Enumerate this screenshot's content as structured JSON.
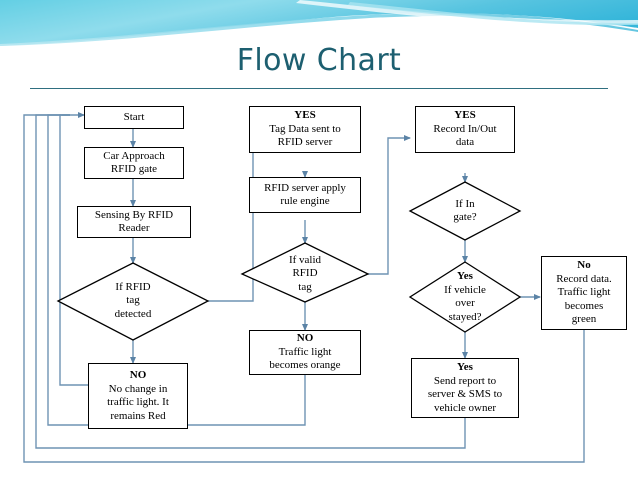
{
  "slide": {
    "title": "Flow Chart",
    "accent_color": "#1d5f70",
    "header_color": "#5fc8e0",
    "rule_color": "#2f6f80",
    "connector_color": "#6f93b3",
    "node_border_color": "#000000",
    "background_color": "#ffffff"
  },
  "chart_data": {
    "type": "diagram",
    "title": "Flow Chart",
    "nodes": [
      {
        "id": "start",
        "shape": "box",
        "lines": [
          {
            "text": "Start",
            "bold": false
          }
        ]
      },
      {
        "id": "car-approach",
        "shape": "box",
        "lines": [
          {
            "text": "Car Approach",
            "bold": false
          },
          {
            "text": "RFID gate",
            "bold": false
          }
        ]
      },
      {
        "id": "sensing",
        "shape": "box",
        "lines": [
          {
            "text": "Sensing By RFID",
            "bold": false
          },
          {
            "text": "Reader",
            "bold": false
          }
        ]
      },
      {
        "id": "if-rfid-tag",
        "shape": "diamond",
        "lines": [
          {
            "text": "If RFID",
            "bold": false
          },
          {
            "text": "tag",
            "bold": false
          },
          {
            "text": "detected",
            "bold": false
          }
        ]
      },
      {
        "id": "no-change",
        "shape": "box",
        "lines": [
          {
            "text": "NO",
            "bold": true
          },
          {
            "text": "No change in",
            "bold": false
          },
          {
            "text": "traffic light. It",
            "bold": false
          },
          {
            "text": "remains Red",
            "bold": false
          }
        ]
      },
      {
        "id": "tag-data-sent",
        "shape": "box",
        "lines": [
          {
            "text": "YES",
            "bold": true
          },
          {
            "text": "Tag Data  sent to",
            "bold": false
          },
          {
            "text": "RFID server",
            "bold": false
          }
        ]
      },
      {
        "id": "rule-engine",
        "shape": "box",
        "lines": [
          {
            "text": "RFID server apply",
            "bold": false
          },
          {
            "text": "rule engine",
            "bold": false
          }
        ]
      },
      {
        "id": "if-valid-tag",
        "shape": "diamond",
        "lines": [
          {
            "text": "If  valid",
            "bold": false
          },
          {
            "text": "RFID",
            "bold": false
          },
          {
            "text": "tag",
            "bold": false
          }
        ]
      },
      {
        "id": "light-orange",
        "shape": "box",
        "lines": [
          {
            "text": "NO",
            "bold": true
          },
          {
            "text": "Traffic light",
            "bold": false
          },
          {
            "text": "becomes orange",
            "bold": false
          }
        ]
      },
      {
        "id": "record-inout",
        "shape": "box",
        "lines": [
          {
            "text": "YES",
            "bold": true
          },
          {
            "text": "Record In/Out",
            "bold": false
          },
          {
            "text": "data",
            "bold": false
          }
        ]
      },
      {
        "id": "if-in-gate",
        "shape": "diamond",
        "lines": [
          {
            "text": "If In",
            "bold": false
          },
          {
            "text": "gate?",
            "bold": false
          }
        ]
      },
      {
        "id": "if-overstay",
        "shape": "diamond",
        "lines": [
          {
            "text": "Yes",
            "bold": true
          },
          {
            "text": "If vehicle",
            "bold": false
          },
          {
            "text": "over",
            "bold": false
          },
          {
            "text": "stayed?",
            "bold": false
          }
        ]
      },
      {
        "id": "send-report",
        "shape": "box",
        "lines": [
          {
            "text": "Yes",
            "bold": true
          },
          {
            "text": "Send report to",
            "bold": false
          },
          {
            "text": "server & SMS to",
            "bold": false
          },
          {
            "text": "vehicle owner",
            "bold": false
          }
        ]
      },
      {
        "id": "light-green",
        "shape": "box",
        "lines": [
          {
            "text": "No",
            "bold": true
          },
          {
            "text": "Record data.",
            "bold": false
          },
          {
            "text": "Traffic light",
            "bold": false
          },
          {
            "text": "becomes",
            "bold": false
          },
          {
            "text": "green",
            "bold": false
          }
        ]
      }
    ],
    "edges": [
      {
        "from": "start",
        "to": "car-approach",
        "label": ""
      },
      {
        "from": "car-approach",
        "to": "sensing",
        "label": ""
      },
      {
        "from": "sensing",
        "to": "if-rfid-tag",
        "label": ""
      },
      {
        "from": "if-rfid-tag",
        "to": "no-change",
        "label": "NO"
      },
      {
        "from": "if-rfid-tag",
        "to": "tag-data-sent",
        "label": "YES"
      },
      {
        "from": "tag-data-sent",
        "to": "rule-engine",
        "label": ""
      },
      {
        "from": "rule-engine",
        "to": "if-valid-tag",
        "label": ""
      },
      {
        "from": "if-valid-tag",
        "to": "light-orange",
        "label": "NO"
      },
      {
        "from": "if-valid-tag",
        "to": "record-inout",
        "label": "YES"
      },
      {
        "from": "record-inout",
        "to": "if-in-gate",
        "label": ""
      },
      {
        "from": "if-in-gate",
        "to": "if-overstay",
        "label": ""
      },
      {
        "from": "if-overstay",
        "to": "send-report",
        "label": "Yes"
      },
      {
        "from": "if-overstay",
        "to": "light-green",
        "label": "No"
      },
      {
        "from": "no-change",
        "to": "start",
        "label": ""
      },
      {
        "from": "light-orange",
        "to": "start",
        "label": ""
      },
      {
        "from": "send-report",
        "to": "start",
        "label": ""
      },
      {
        "from": "light-green",
        "to": "start",
        "label": ""
      }
    ]
  }
}
